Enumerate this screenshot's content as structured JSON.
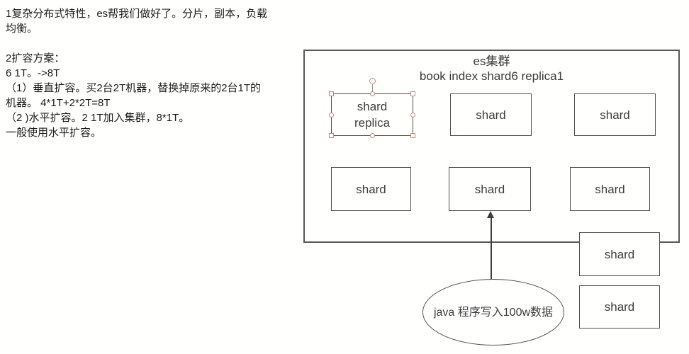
{
  "notes": {
    "lines": [
      "1复杂分布式特性，es帮我们做好了。分片，副本，负载",
      "均衡。",
      "",
      "2扩容方案：",
      "6 1T。->8T",
      "（1）垂直扩容。买2台2T机器，替换掉原来的2台1T的",
      "机器。 4*1T+2*2T=8T",
      "（2 )水平扩容。2 1T加入集群，8*1T。",
      "一般使用水平扩容。"
    ]
  },
  "cluster": {
    "title_line1": "es集群",
    "title_line2": "book index shard6 replica1",
    "boxes": [
      {
        "label": "shard\nreplica",
        "selected": true
      },
      {
        "label": "shard"
      },
      {
        "label": "shard"
      },
      {
        "label": "shard"
      },
      {
        "label": "shard"
      },
      {
        "label": "shard"
      }
    ]
  },
  "external_boxes": [
    {
      "label": "shard"
    },
    {
      "label": "shard"
    }
  ],
  "writer": {
    "label": "java 程序写入100w数据"
  },
  "colors": {
    "shape_border": "#4d524f",
    "cluster_border": "#565b58",
    "selected_border": "#5f4b47",
    "handle_border": "#c08a82",
    "text": "#3d3d3d",
    "background": "#ffffff"
  }
}
